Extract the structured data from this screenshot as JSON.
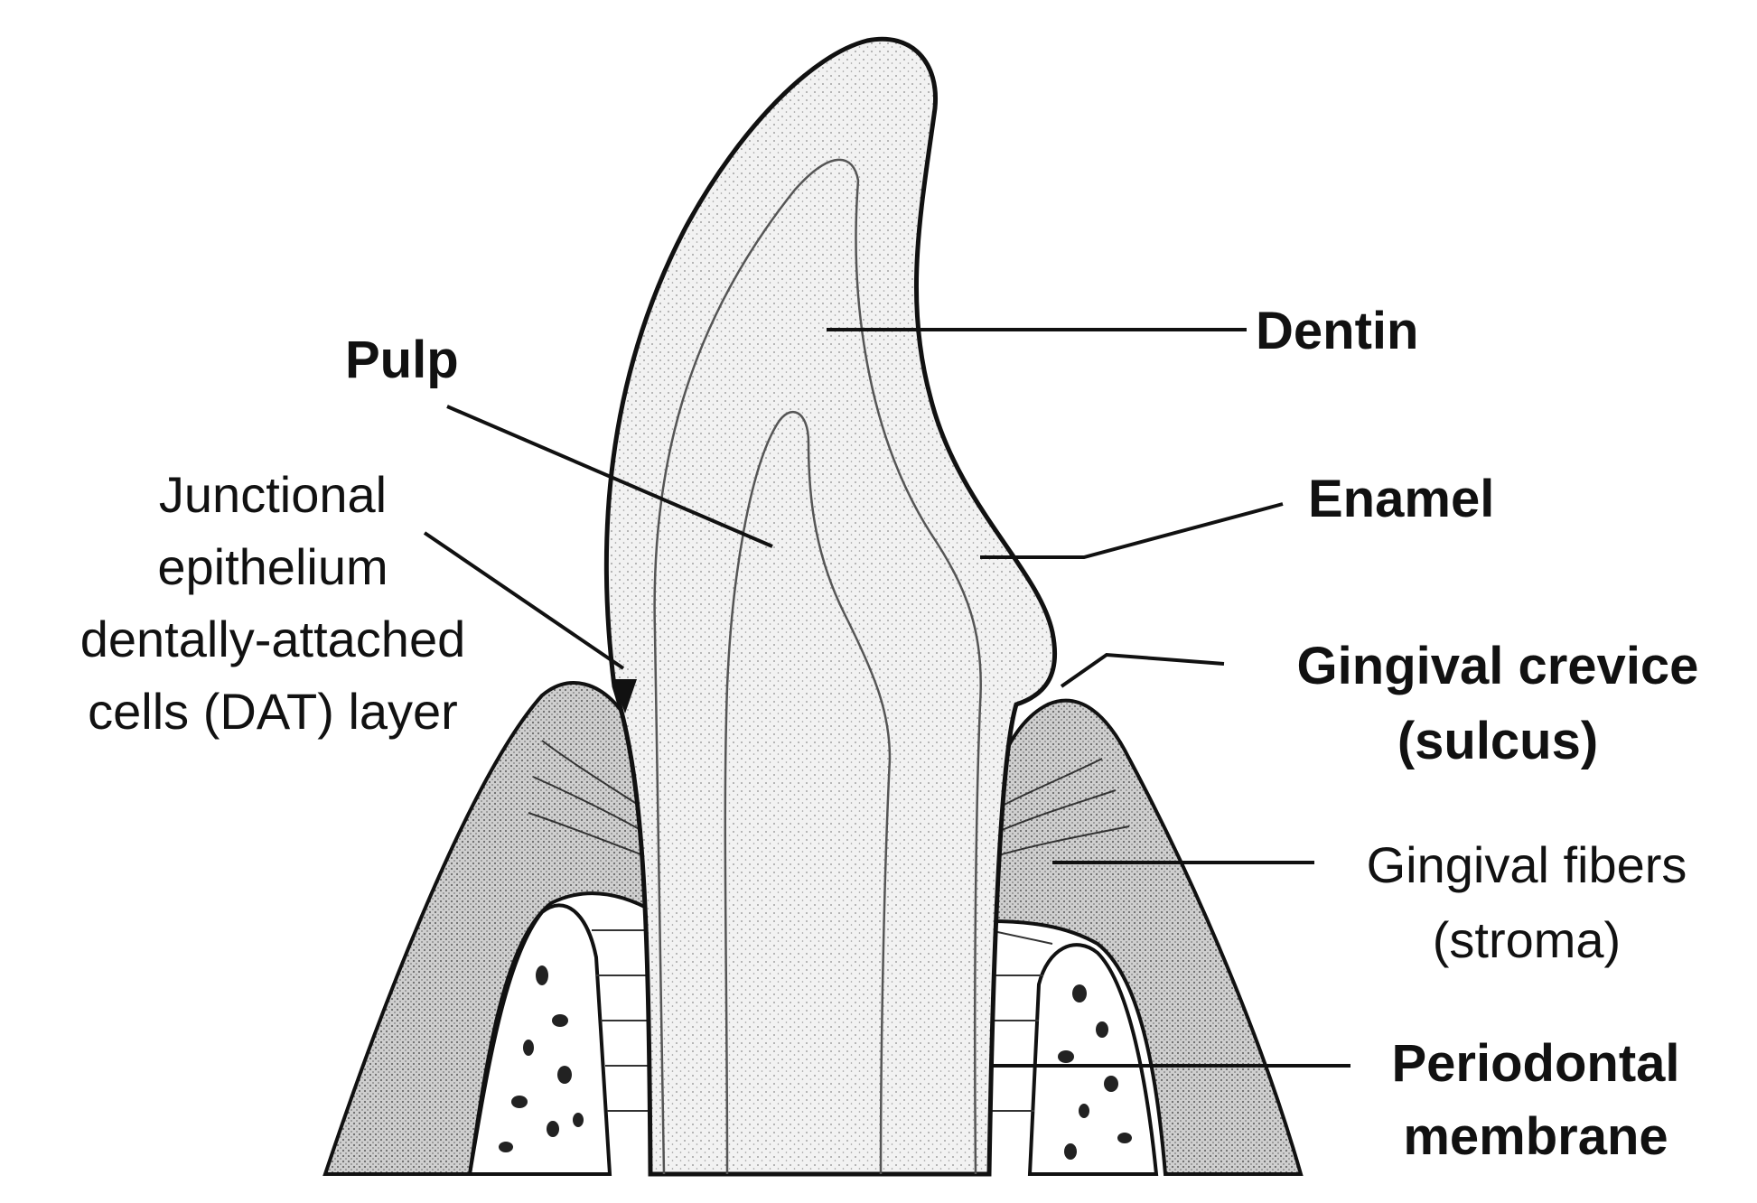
{
  "labels": {
    "dentin": "Dentin",
    "pulp": "Pulp",
    "junctional_1": "Junctional",
    "junctional_2": "epithelium",
    "junctional_3": "dentally-attached",
    "junctional_4": "cells (DAT) layer",
    "enamel": "Enamel",
    "crevice_1": "Gingival crevice",
    "crevice_2": "(sulcus)",
    "fibers_1": "Gingival fibers",
    "fibers_2": "(stroma)",
    "periodontal_1": "Periodontal",
    "periodontal_2": "membrane"
  }
}
